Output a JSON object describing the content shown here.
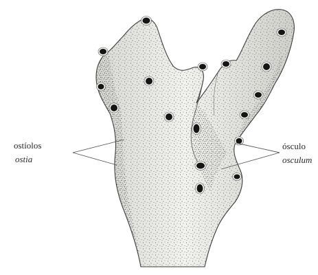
{
  "labels": {
    "left_primary": "ostíolos",
    "left_secondary": "ostia",
    "right_primary": "ósculo",
    "right_secondary": "osculum"
  },
  "colors": {
    "ink": "#2b2b2b",
    "body_fill": "#e9e9e6",
    "stipple": "#6a6a6a",
    "pore": "#151515"
  }
}
